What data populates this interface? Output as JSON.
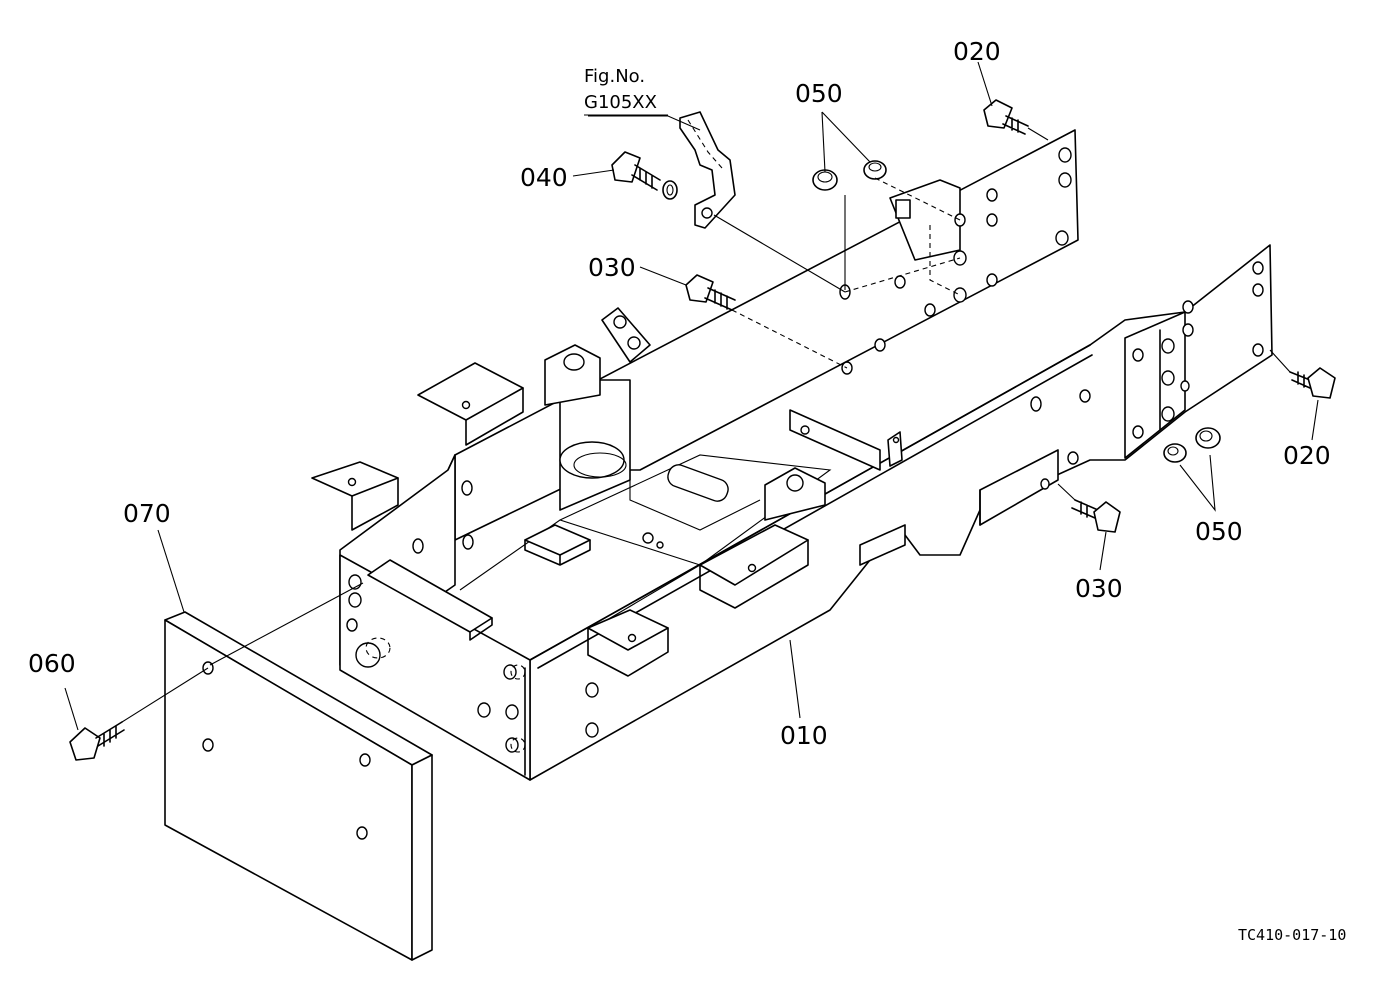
{
  "figure_ref": {
    "line1": "Fig.No.",
    "line2": "G105XX"
  },
  "callouts": {
    "p010": "010",
    "p020_top": "020",
    "p020_right": "020",
    "p030_top": "030",
    "p030_bottom": "030",
    "p040": "040",
    "p050_top": "050",
    "p050_right": "050",
    "p060": "060",
    "p070": "070"
  },
  "drawing_code": "TC410-017-10"
}
